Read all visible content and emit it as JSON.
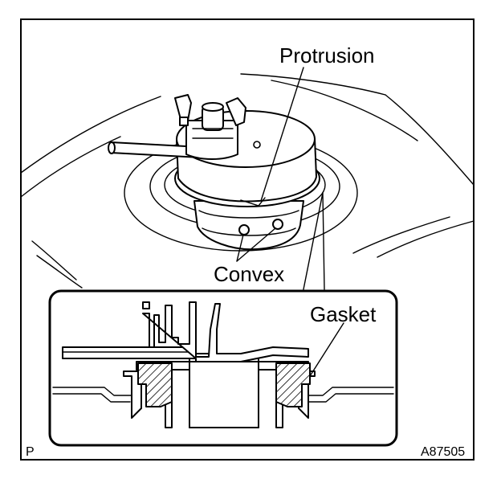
{
  "labels": {
    "protrusion": "Protrusion",
    "convex": "Convex",
    "gasket": "Gasket",
    "corner_left": "P",
    "figure_id": "A87505"
  }
}
